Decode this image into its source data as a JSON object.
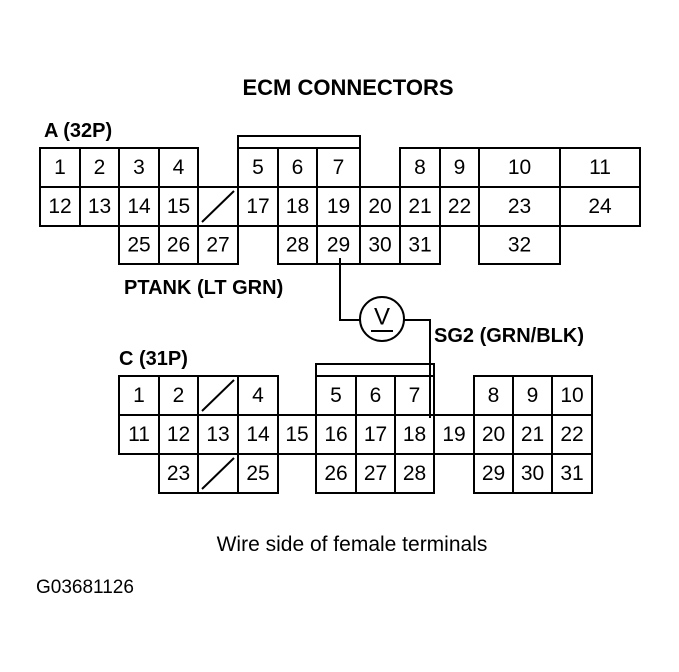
{
  "title": "ECM CONNECTORS",
  "connector_a": {
    "label": "A (32P)",
    "cells": [
      {
        "id": "1",
        "label": "1"
      },
      {
        "id": "2",
        "label": "2"
      },
      {
        "id": "3",
        "label": "3"
      },
      {
        "id": "4",
        "label": "4"
      },
      {
        "id": "5",
        "label": "5"
      },
      {
        "id": "6",
        "label": "6"
      },
      {
        "id": "7",
        "label": "7"
      },
      {
        "id": "8",
        "label": "8"
      },
      {
        "id": "9",
        "label": "9"
      },
      {
        "id": "10",
        "label": "10"
      },
      {
        "id": "11",
        "label": "11"
      },
      {
        "id": "12",
        "label": "12"
      },
      {
        "id": "13",
        "label": "13"
      },
      {
        "id": "14",
        "label": "14"
      },
      {
        "id": "15",
        "label": "15"
      },
      {
        "id": "16",
        "label": ""
      },
      {
        "id": "17",
        "label": "17"
      },
      {
        "id": "18",
        "label": "18"
      },
      {
        "id": "19",
        "label": "19"
      },
      {
        "id": "20",
        "label": "20"
      },
      {
        "id": "21",
        "label": "21"
      },
      {
        "id": "22",
        "label": "22"
      },
      {
        "id": "23",
        "label": "23"
      },
      {
        "id": "24",
        "label": "24"
      },
      {
        "id": "25",
        "label": "25"
      },
      {
        "id": "26",
        "label": "26"
      },
      {
        "id": "27",
        "label": "27"
      },
      {
        "id": "28",
        "label": "28"
      },
      {
        "id": "29",
        "label": "29"
      },
      {
        "id": "30",
        "label": "30"
      },
      {
        "id": "31",
        "label": "31"
      },
      {
        "id": "32",
        "label": "32"
      }
    ]
  },
  "connector_c": {
    "label": "C (31P)",
    "cells": [
      {
        "id": "1",
        "label": "1"
      },
      {
        "id": "2",
        "label": "2"
      },
      {
        "id": "3",
        "label": ""
      },
      {
        "id": "4",
        "label": "4"
      },
      {
        "id": "5",
        "label": "5"
      },
      {
        "id": "6",
        "label": "6"
      },
      {
        "id": "7",
        "label": "7"
      },
      {
        "id": "8",
        "label": "8"
      },
      {
        "id": "9",
        "label": "9"
      },
      {
        "id": "10",
        "label": "10"
      },
      {
        "id": "11",
        "label": "11"
      },
      {
        "id": "12",
        "label": "12"
      },
      {
        "id": "13",
        "label": "13"
      },
      {
        "id": "14",
        "label": "14"
      },
      {
        "id": "15",
        "label": "15"
      },
      {
        "id": "16",
        "label": "16"
      },
      {
        "id": "17",
        "label": "17"
      },
      {
        "id": "18",
        "label": "18"
      },
      {
        "id": "19",
        "label": "19"
      },
      {
        "id": "20",
        "label": "20"
      },
      {
        "id": "21",
        "label": "21"
      },
      {
        "id": "22",
        "label": "22"
      },
      {
        "id": "23",
        "label": "23"
      },
      {
        "id": "24",
        "label": ""
      },
      {
        "id": "25",
        "label": "25"
      },
      {
        "id": "26",
        "label": "26"
      },
      {
        "id": "27",
        "label": "27"
      },
      {
        "id": "28",
        "label": "28"
      },
      {
        "id": "29",
        "label": "29"
      },
      {
        "id": "30",
        "label": "30"
      },
      {
        "id": "31",
        "label": "31"
      }
    ]
  },
  "wire_ptank": "PTANK (LT GRN)",
  "wire_sg2": "SG2 (GRN/BLK)",
  "meter_symbol": "V",
  "caption": "Wire side of female terminals",
  "figure_code": "G03681126"
}
